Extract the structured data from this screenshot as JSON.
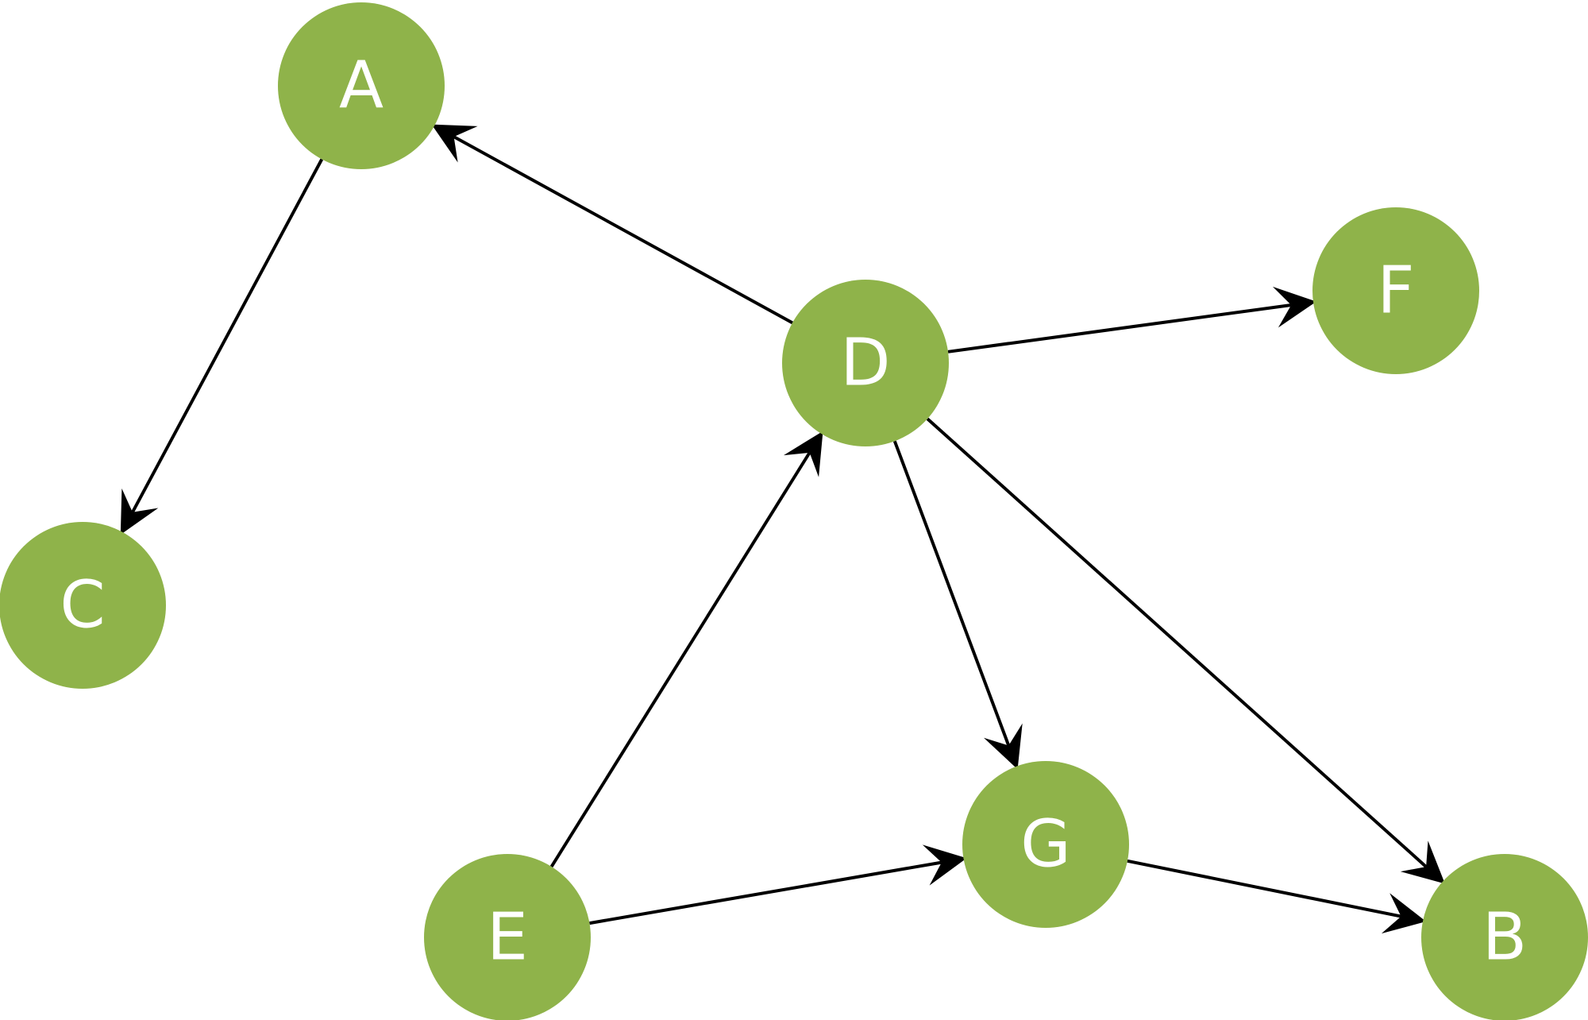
{
  "colors": {
    "node_fill": "#8fb34a",
    "node_label": "#ffffff",
    "edge": "#000000",
    "background": "#ffffff"
  },
  "nodes": [
    {
      "id": "A",
      "label": "A"
    },
    {
      "id": "B",
      "label": "B"
    },
    {
      "id": "C",
      "label": "C"
    },
    {
      "id": "D",
      "label": "D"
    },
    {
      "id": "E",
      "label": "E"
    },
    {
      "id": "F",
      "label": "F"
    },
    {
      "id": "G",
      "label": "G"
    }
  ],
  "edges": [
    {
      "from": "A",
      "to": "C"
    },
    {
      "from": "D",
      "to": "A"
    },
    {
      "from": "D",
      "to": "F"
    },
    {
      "from": "D",
      "to": "G"
    },
    {
      "from": "D",
      "to": "B"
    },
    {
      "from": "E",
      "to": "D"
    },
    {
      "from": "E",
      "to": "G"
    },
    {
      "from": "G",
      "to": "B"
    }
  ]
}
